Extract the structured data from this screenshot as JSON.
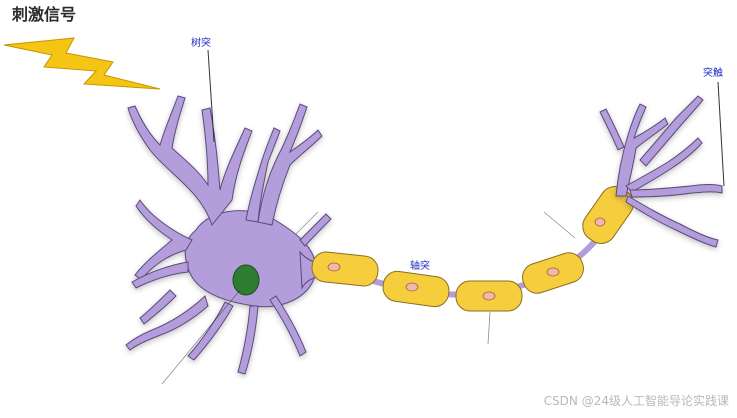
{
  "diagram": {
    "title": "刺激信号",
    "labels": {
      "dendrite": "树突",
      "axon": "轴突",
      "synapse": "突触"
    },
    "watermark": "CSDN @24级人工智能导论实践课"
  },
  "colors": {
    "neuron_body": "#b39ddb",
    "neuron_outline": "#5b4a7e",
    "nucleus": "#2e7d32",
    "myelin": "#f5cd3d",
    "myelin_outline": "#8a7020",
    "schwann_nucleus": "#f3b7a6",
    "label_text": "#1b2cc1",
    "lightning": "#f5c514",
    "leader_line": "#333333"
  },
  "icons": [
    "lightning-bolt-icon"
  ]
}
